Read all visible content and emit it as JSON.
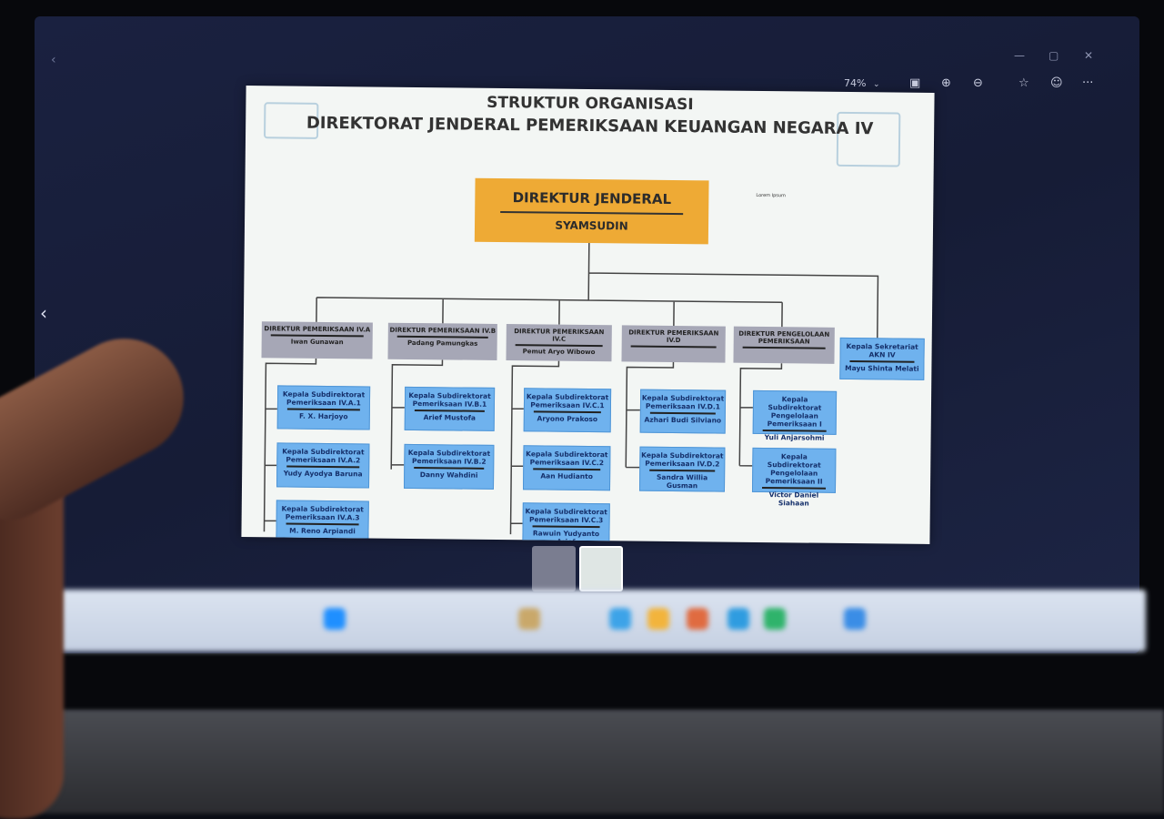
{
  "viewer": {
    "zoom_level": "74%",
    "icons": [
      "fit-icon",
      "zoom-in-icon",
      "zoom-out-icon",
      "favorite-icon",
      "emoji-icon",
      "more-icon"
    ],
    "window_controls": [
      "minimize-icon",
      "maximize-icon",
      "close-icon"
    ],
    "prev_arrow": "‹"
  },
  "slide": {
    "title_line1": "STRUKTUR ORGANISASI",
    "title_line2": "DIREKTORAT JENDERAL PEMERIKSAAN KEUANGAN NEGARA IV",
    "lorem": "Lorem Ipsum",
    "head": {
      "role": "DIREKTUR JENDERAL",
      "name": "SYAMSUDIN",
      "color": "#eeaa35"
    },
    "directors": [
      {
        "role": "DIREKTUR PEMERIKSAAN IV.A",
        "name": "Iwan Gunawan",
        "subs": [
          {
            "role": "Kepala Subdirektorat Pemeriksaan IV.A.1",
            "name": "F. X. Harjoyo"
          },
          {
            "role": "Kepala Subdirektorat Pemeriksaan IV.A.2",
            "name": "Yudy Ayodya Baruna"
          },
          {
            "role": "Kepala Subdirektorat Pemeriksaan IV.A.3",
            "name": "M. Reno Arpiandi"
          }
        ]
      },
      {
        "role": "DIREKTUR PEMERIKSAAN IV.B",
        "name": "Padang Pamungkas",
        "subs": [
          {
            "role": "Kepala Subdirektorat Pemeriksaan IV.B.1",
            "name": "Arief Mustofa"
          },
          {
            "role": "Kepala Subdirektorat Pemeriksaan IV.B.2",
            "name": "Danny Wahdini"
          }
        ]
      },
      {
        "role": "DIREKTUR PEMERIKSAAN IV.C",
        "name": "Pemut Aryo Wibowo",
        "subs": [
          {
            "role": "Kepala Subdirektorat Pemeriksaan IV.C.1",
            "name": "Aryono Prakoso"
          },
          {
            "role": "Kepala Subdirektorat Pemeriksaan IV.C.2",
            "name": "Aan Hudianto"
          },
          {
            "role": "Kepala Subdirektorat Pemeriksaan IV.C.3",
            "name": "Rawuin Yudyanto Arief"
          }
        ]
      },
      {
        "role": "DIREKTUR PEMERIKSAAN IV.D",
        "name": "",
        "subs": [
          {
            "role": "Kepala Subdirektorat Pemeriksaan IV.D.1",
            "name": "Azhari Budi Silviano"
          },
          {
            "role": "Kepala Subdirektorat Pemeriksaan IV.D.2",
            "name": "Sandra Willia Gusman"
          }
        ]
      },
      {
        "role": "DIREKTUR PENGELOLAAN PEMERIKSAAN",
        "name": "",
        "subs": [
          {
            "role": "Kepala Subdirektorat Pengelolaan Pemeriksaan I",
            "name": "Yuli Anjarsohmi"
          },
          {
            "role": "Kepala Subdirektorat Pengelolaan Pemeriksaan II",
            "name": "Victor Daniel Siahaan"
          }
        ]
      }
    ],
    "secretariat": {
      "role": "Kepala Sekretariat AKN IV",
      "name": "Mayu Shinta Melati"
    }
  }
}
